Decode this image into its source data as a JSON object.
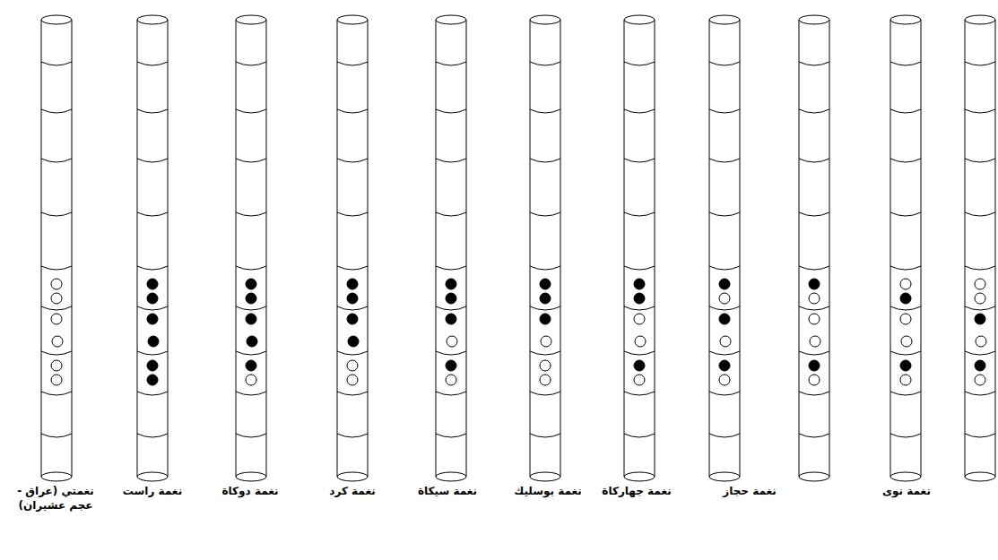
{
  "diagram": {
    "labels": [
      "نغمتي (عراق - عجم عشيران)",
      "نغمة راست",
      "نغمة دوكاة",
      "نغمة كرد",
      "نغمة سيكاة",
      "نغمة بوسليك",
      "نغمة جهاركاة",
      "نغمة حجاز",
      "نغمة نوى"
    ]
  }
}
